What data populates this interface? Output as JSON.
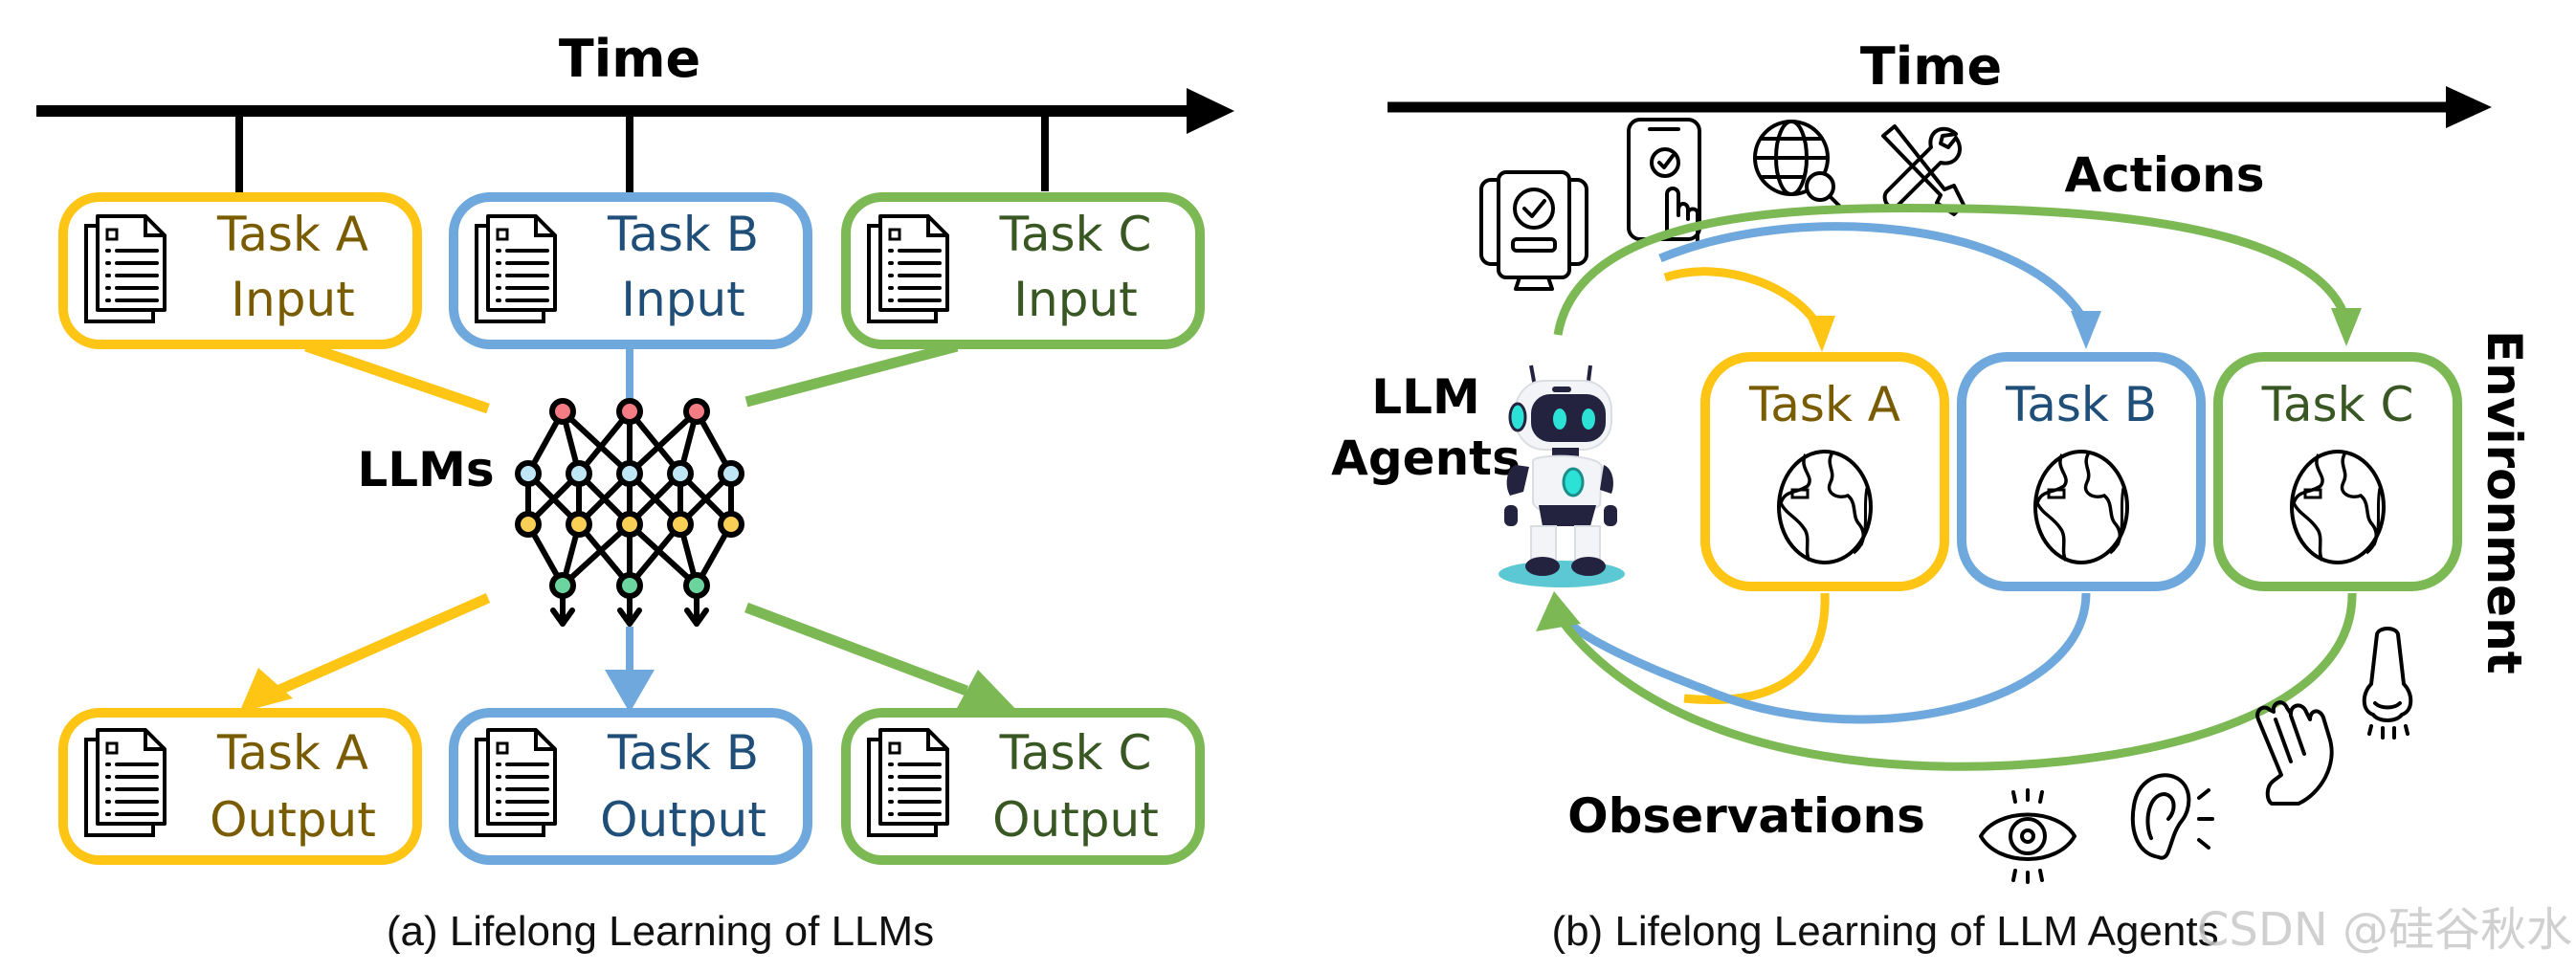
{
  "panel_a": {
    "time_label": "Time",
    "model_label": "LLMs",
    "caption": "(a) Lifelong Learning of LLMs",
    "inputs": [
      {
        "line1": "Task A",
        "line2": "Input",
        "border": "#FFC515",
        "text": "#7A5C00"
      },
      {
        "line1": "Task B",
        "line2": "Input",
        "border": "#6FA8DC",
        "text": "#1F4E79"
      },
      {
        "line1": "Task C",
        "line2": "Input",
        "border": "#7CB955",
        "text": "#385723"
      }
    ],
    "outputs": [
      {
        "line1": "Task A",
        "line2": "Output",
        "border": "#FFC515",
        "text": "#7A5C00"
      },
      {
        "line1": "Task B",
        "line2": "Output",
        "border": "#6FA8DC",
        "text": "#1F4E79"
      },
      {
        "line1": "Task C",
        "line2": "Output",
        "border": "#7CB955",
        "text": "#385723"
      }
    ],
    "network_colors": {
      "top": "#F47C84",
      "mid": "#BFE6F5",
      "low": "#F9CF55",
      "bottom": "#6CD49E"
    }
  },
  "panel_b": {
    "time_label": "Time",
    "actions_label": "Actions",
    "agent_label_line1": "LLM",
    "agent_label_line2": "Agents",
    "environment_label": "Environment",
    "observations_label": "Observations",
    "caption": "(b) Lifelong Learning of LLM Agents",
    "tasks": [
      {
        "label": "Task A",
        "border": "#FFC515",
        "text": "#7A5C00"
      },
      {
        "label": "Task B",
        "border": "#6FA8DC",
        "text": "#1F4E79"
      },
      {
        "label": "Task C",
        "border": "#7CB955",
        "text": "#385723"
      }
    ],
    "action_icons": [
      "computer-check-icon",
      "phone-tap-icon",
      "globe-search-icon",
      "tools-icon"
    ],
    "observation_icons": [
      "eye-icon",
      "ear-icon",
      "hand-icon",
      "nose-icon"
    ]
  },
  "watermark": "CSDN @硅谷秋水"
}
